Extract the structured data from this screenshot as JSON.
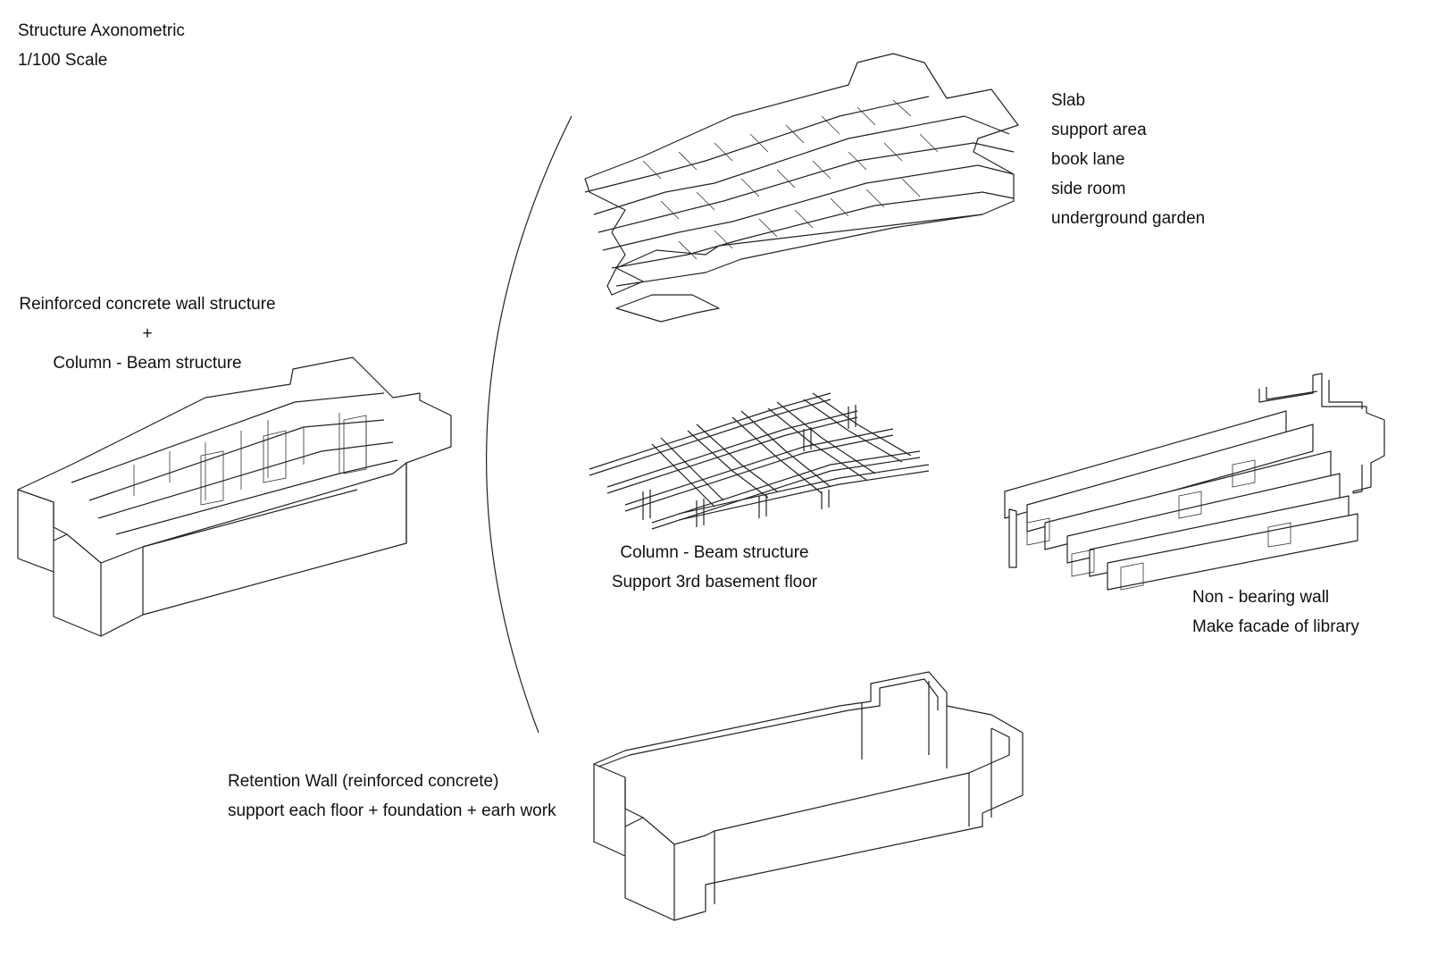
{
  "header": {
    "title": "Structure Axonometric",
    "scale": "1/100 Scale"
  },
  "labels": {
    "combined": {
      "line1": "Reinforced concrete wall structure",
      "line2": "+",
      "line3": "Column - Beam structure"
    },
    "slab": {
      "items": [
        "Slab",
        "support area",
        "book lane",
        "side room",
        "underground garden"
      ]
    },
    "column_beam": {
      "line1": "Column - Beam structure",
      "line2": "Support 3rd basement floor"
    },
    "non_bearing": {
      "line1": "Non - bearing wall",
      "line2": "Make facade of library"
    },
    "retention": {
      "line1": "Retention Wall (reinforced concrete)",
      "line2": "support each floor + foundation + earh work"
    }
  },
  "colors": {
    "line": "#222222",
    "background": "#ffffff"
  }
}
